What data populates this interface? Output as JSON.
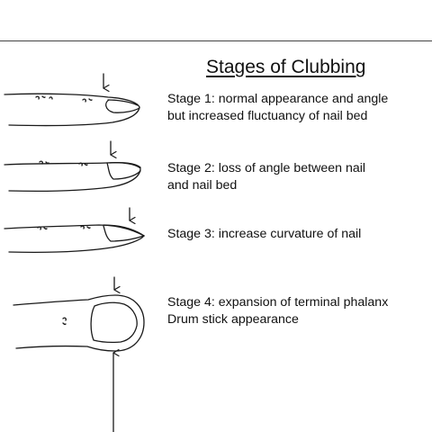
{
  "title": "Stages of Clubbing",
  "stages": [
    {
      "line1": "Stage 1: normal appearance and angle",
      "line2": "but increased fluctuancy of nail bed"
    },
    {
      "line1": "Stage 2: loss of angle between nail",
      "line2": "and nail bed"
    },
    {
      "line1": "Stage 3: increase curvature of nail",
      "line2": ""
    },
    {
      "line1": "Stage 4: expansion of terminal phalanx",
      "line2": "Drum stick appearance"
    }
  ]
}
